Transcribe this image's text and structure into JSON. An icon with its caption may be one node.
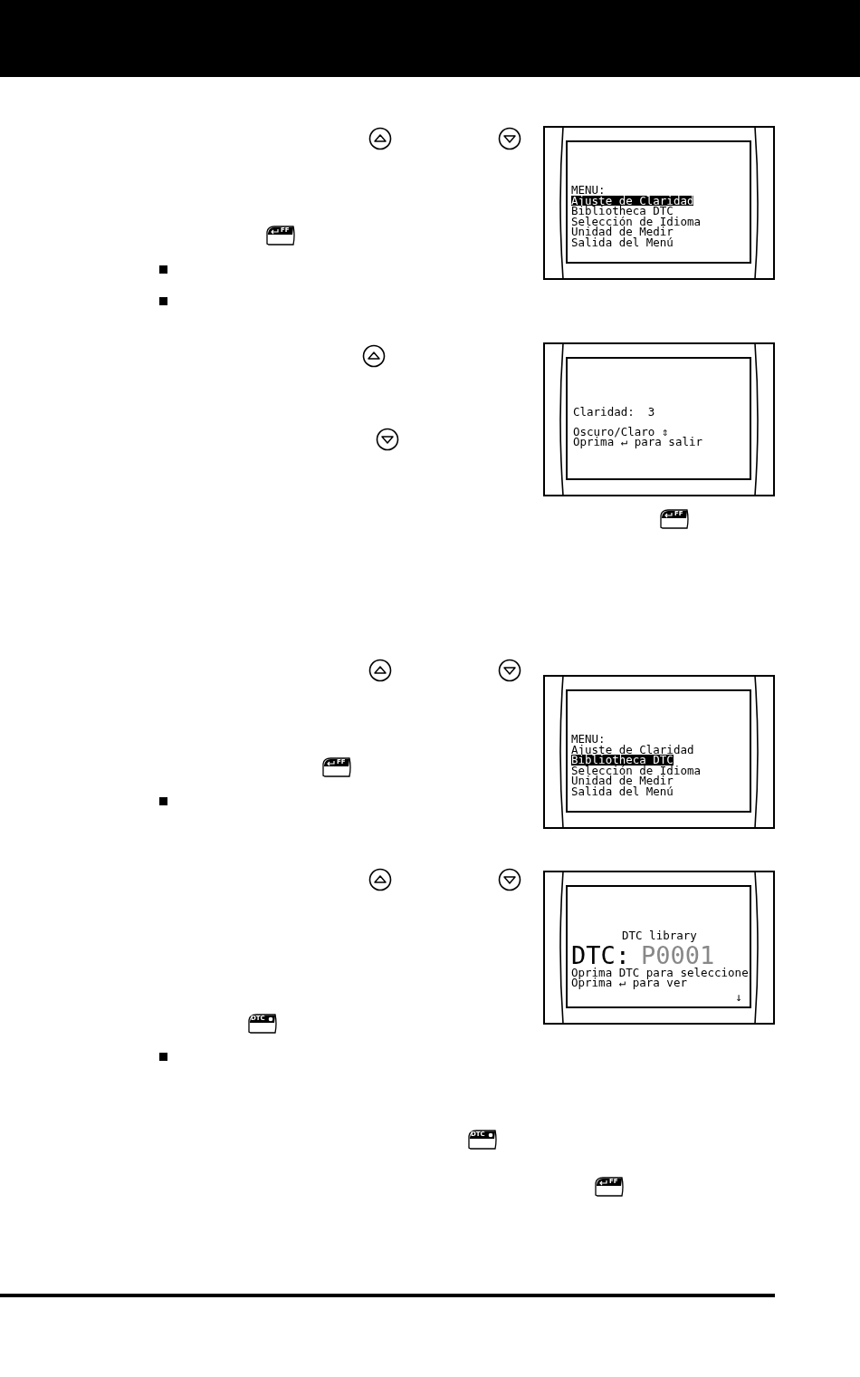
{
  "diagram": {
    "nodes": [
      {
        "text": [
          "MENU:",
          "Ajuste de Claridad",
          "Bibliotheca DTC",
          "Selección de Idioma",
          "Unidad de Medir",
          "Salida del Menú"
        ]
      },
      {
        "text": [
          "Claridad:  3",
          "Oscuro/Claro ⇕",
          "Oprima ↵ para salir"
        ]
      },
      {
        "text": [
          "MENU:",
          "Ajuste de Claridad",
          "Bibliotheca DTC",
          "Selección de Idioma",
          "Unidad de Medir",
          "Salida del Menú"
        ]
      },
      {
        "text": [
          "DTC library",
          "DTC:",
          "P0001",
          "Oprima DTC para seleccione",
          "Oprima ↵ para ver",
          "↓"
        ]
      }
    ],
    "labels": [
      "FF",
      "FF",
      "FF",
      "DTC",
      "DTC",
      "FF"
    ]
  }
}
